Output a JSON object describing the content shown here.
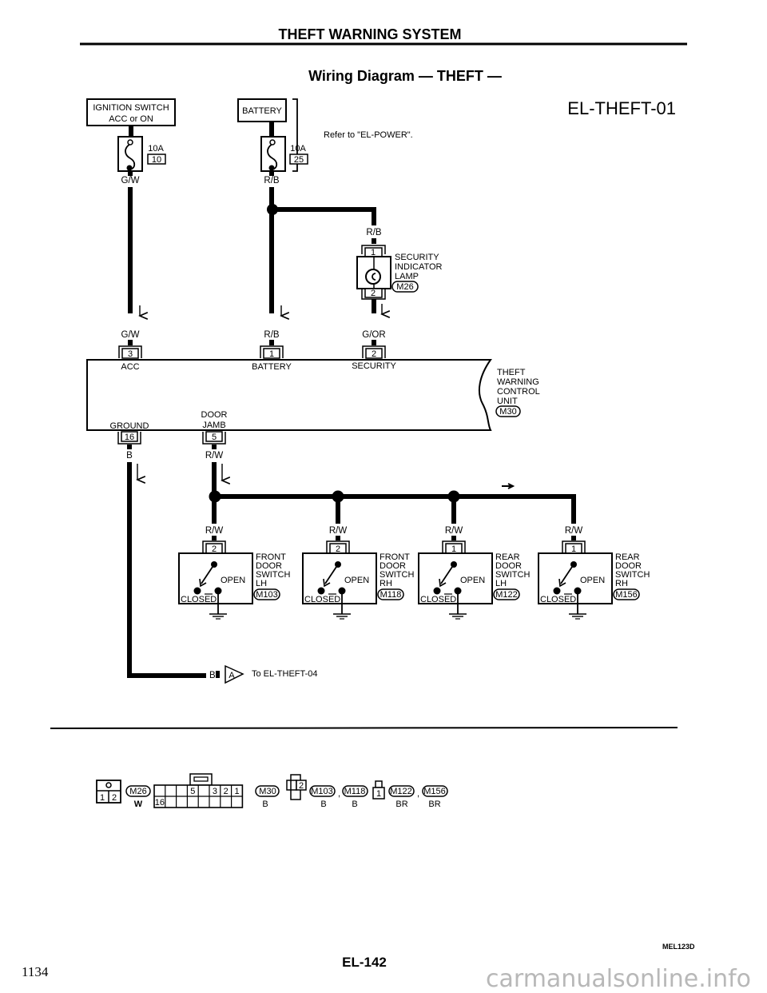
{
  "header": {
    "section_title": "THEFT WARNING SYSTEM",
    "diagram_title": "Wiring Diagram — THEFT —",
    "diagram_code": "EL-THEFT-01"
  },
  "power": {
    "ignition_switch": {
      "line1": "IGNITION SWITCH",
      "line2": "ACC or ON",
      "fuse_rating": "10A",
      "fuse_number": "10",
      "wire_color": "G/W"
    },
    "battery": {
      "label": "BATTERY",
      "fuse_rating": "10A",
      "fuse_number": "25",
      "wire_color": "R/B",
      "note": "Refer to \"EL-POWER\"."
    }
  },
  "security_lamp": {
    "wire_in": "R/B",
    "pin_in": "1",
    "pin_out": "2",
    "wire_out": "G/OR",
    "name_lines": [
      "SECURITY",
      "INDICATOR",
      "LAMP"
    ],
    "connector": "M26"
  },
  "control_unit": {
    "name_lines": [
      "THEFT",
      "WARNING",
      "CONTROL",
      "UNIT"
    ],
    "connector": "M30",
    "top_pins": [
      {
        "wire": "G/W",
        "pin": "3",
        "label": "ACC"
      },
      {
        "wire": "R/B",
        "pin": "1",
        "label": "BATTERY"
      },
      {
        "wire": "G/OR",
        "pin": "2",
        "label": "SECURITY"
      }
    ],
    "bottom_pins": [
      {
        "label": "GROUND",
        "pin": "16",
        "wire": "B"
      },
      {
        "label_lines": [
          "DOOR",
          "JAMB"
        ],
        "pin": "5",
        "wire": "R/W"
      }
    ]
  },
  "door_switches": [
    {
      "wire": "R/W",
      "pin": "2",
      "name_lines": [
        "FRONT",
        "DOOR",
        "SWITCH",
        "LH"
      ],
      "connector": "M103",
      "open": "OPEN",
      "closed": "CLOSED"
    },
    {
      "wire": "R/W",
      "pin": "2",
      "name_lines": [
        "FRONT",
        "DOOR",
        "SWITCH",
        "RH"
      ],
      "connector": "M118",
      "open": "OPEN",
      "closed": "CLOSED"
    },
    {
      "wire": "R/W",
      "pin": "1",
      "name_lines": [
        "REAR",
        "DOOR",
        "SWITCH",
        "LH"
      ],
      "connector": "M122",
      "open": "OPEN",
      "closed": "CLOSED"
    },
    {
      "wire": "R/W",
      "pin": "1",
      "name_lines": [
        "REAR",
        "DOOR",
        "SWITCH",
        "RH"
      ],
      "connector": "M156",
      "open": "OPEN",
      "closed": "CLOSED"
    }
  ],
  "ground_link": {
    "wire": "B",
    "marker": "A",
    "text": "To EL-THEFT-04"
  },
  "connector_views": [
    {
      "id": "M26",
      "color": "W",
      "pins": [
        "1",
        "2"
      ]
    },
    {
      "id": "M30",
      "color": "B",
      "pins_top": [
        "5",
        "3",
        "2",
        "1"
      ],
      "pins_bottom": [
        "16"
      ]
    },
    {
      "ids": [
        "M103",
        "M118"
      ],
      "color": "B",
      "pins": [
        "2"
      ],
      "separator": ","
    },
    {
      "ids": [
        "M122",
        "M156"
      ],
      "color": "BR",
      "pins": [
        "1"
      ],
      "separator": ","
    }
  ],
  "footer": {
    "figure_code": "MEL123D",
    "page_label": "EL-142",
    "page_number": "1134",
    "watermark": "carmanualsonline.info"
  }
}
